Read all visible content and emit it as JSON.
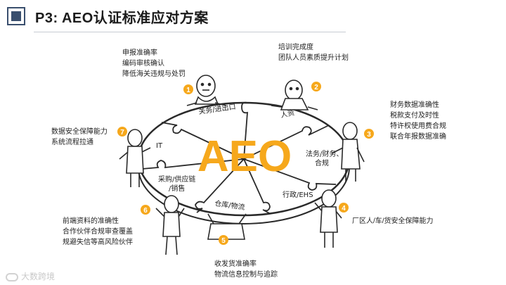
{
  "slide": {
    "title": "P3: AEO认证标准应对方案"
  },
  "center_label": "AEO",
  "segments": [
    {
      "id": "seg1",
      "label": "关务/进出口"
    },
    {
      "id": "seg2",
      "label": "人资"
    },
    {
      "id": "seg3_l1",
      "label": "法务/财务、"
    },
    {
      "id": "seg3_l2",
      "label": "合规"
    },
    {
      "id": "seg4",
      "label": "行政/EHS"
    },
    {
      "id": "seg5",
      "label": "仓库/物流"
    },
    {
      "id": "seg6_l1",
      "label": "采购/供应链"
    },
    {
      "id": "seg6_l2",
      "label": "/销售"
    },
    {
      "id": "seg7",
      "label": "IT"
    }
  ],
  "numbers": [
    "1",
    "2",
    "3",
    "4",
    "5",
    "6",
    "7"
  ],
  "notes": {
    "n1": [
      "申报准确率",
      "编码审核确认",
      "降低海关违规与处罚"
    ],
    "n2": [
      "培训完成度",
      "团队人员素质提升计划"
    ],
    "n3": [
      "财务数据准确性",
      "税款支付及时性",
      "特许权使用费合规",
      "联合年报数据准确"
    ],
    "n4": [
      "厂区人/车/货安全保障能力"
    ],
    "n5": [
      "收发货准确率",
      "物流信息控制与追踪"
    ],
    "n6": [
      "前端资料的准确性",
      "合作伙伴合规审查覆盖",
      "规避失信等高风险伙伴"
    ],
    "n7": [
      "数据安全保障能力",
      "系统流程拉通"
    ]
  },
  "watermark": "大数跨境",
  "colors": {
    "accent_orange": "#f6a81c",
    "header_navy": "#3a4f6e",
    "line_dark": "#2a2a2a"
  }
}
